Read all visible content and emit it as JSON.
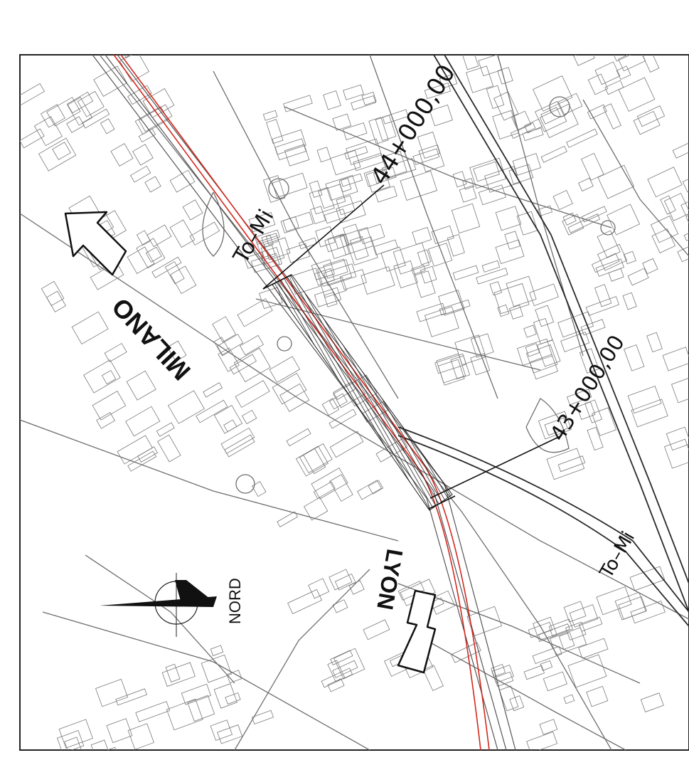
{
  "map": {
    "labels": {
      "milano": "MILANO",
      "lyon": "LYON",
      "nord": "NORD",
      "line_to_mi_north": "To–Mi",
      "line_to_mi_south": "To–Mi",
      "chainage_44": "44+000,00",
      "chainage_43": "43+000,00"
    },
    "icons": {
      "north_arrow": "compass-icon",
      "milano_direction": "arrow-icon",
      "lyon_direction": "arrow-icon"
    },
    "colors": {
      "alignment_red": "#d2281e",
      "ink": "#1a1a1a",
      "linework": "#6e6e6e"
    }
  }
}
